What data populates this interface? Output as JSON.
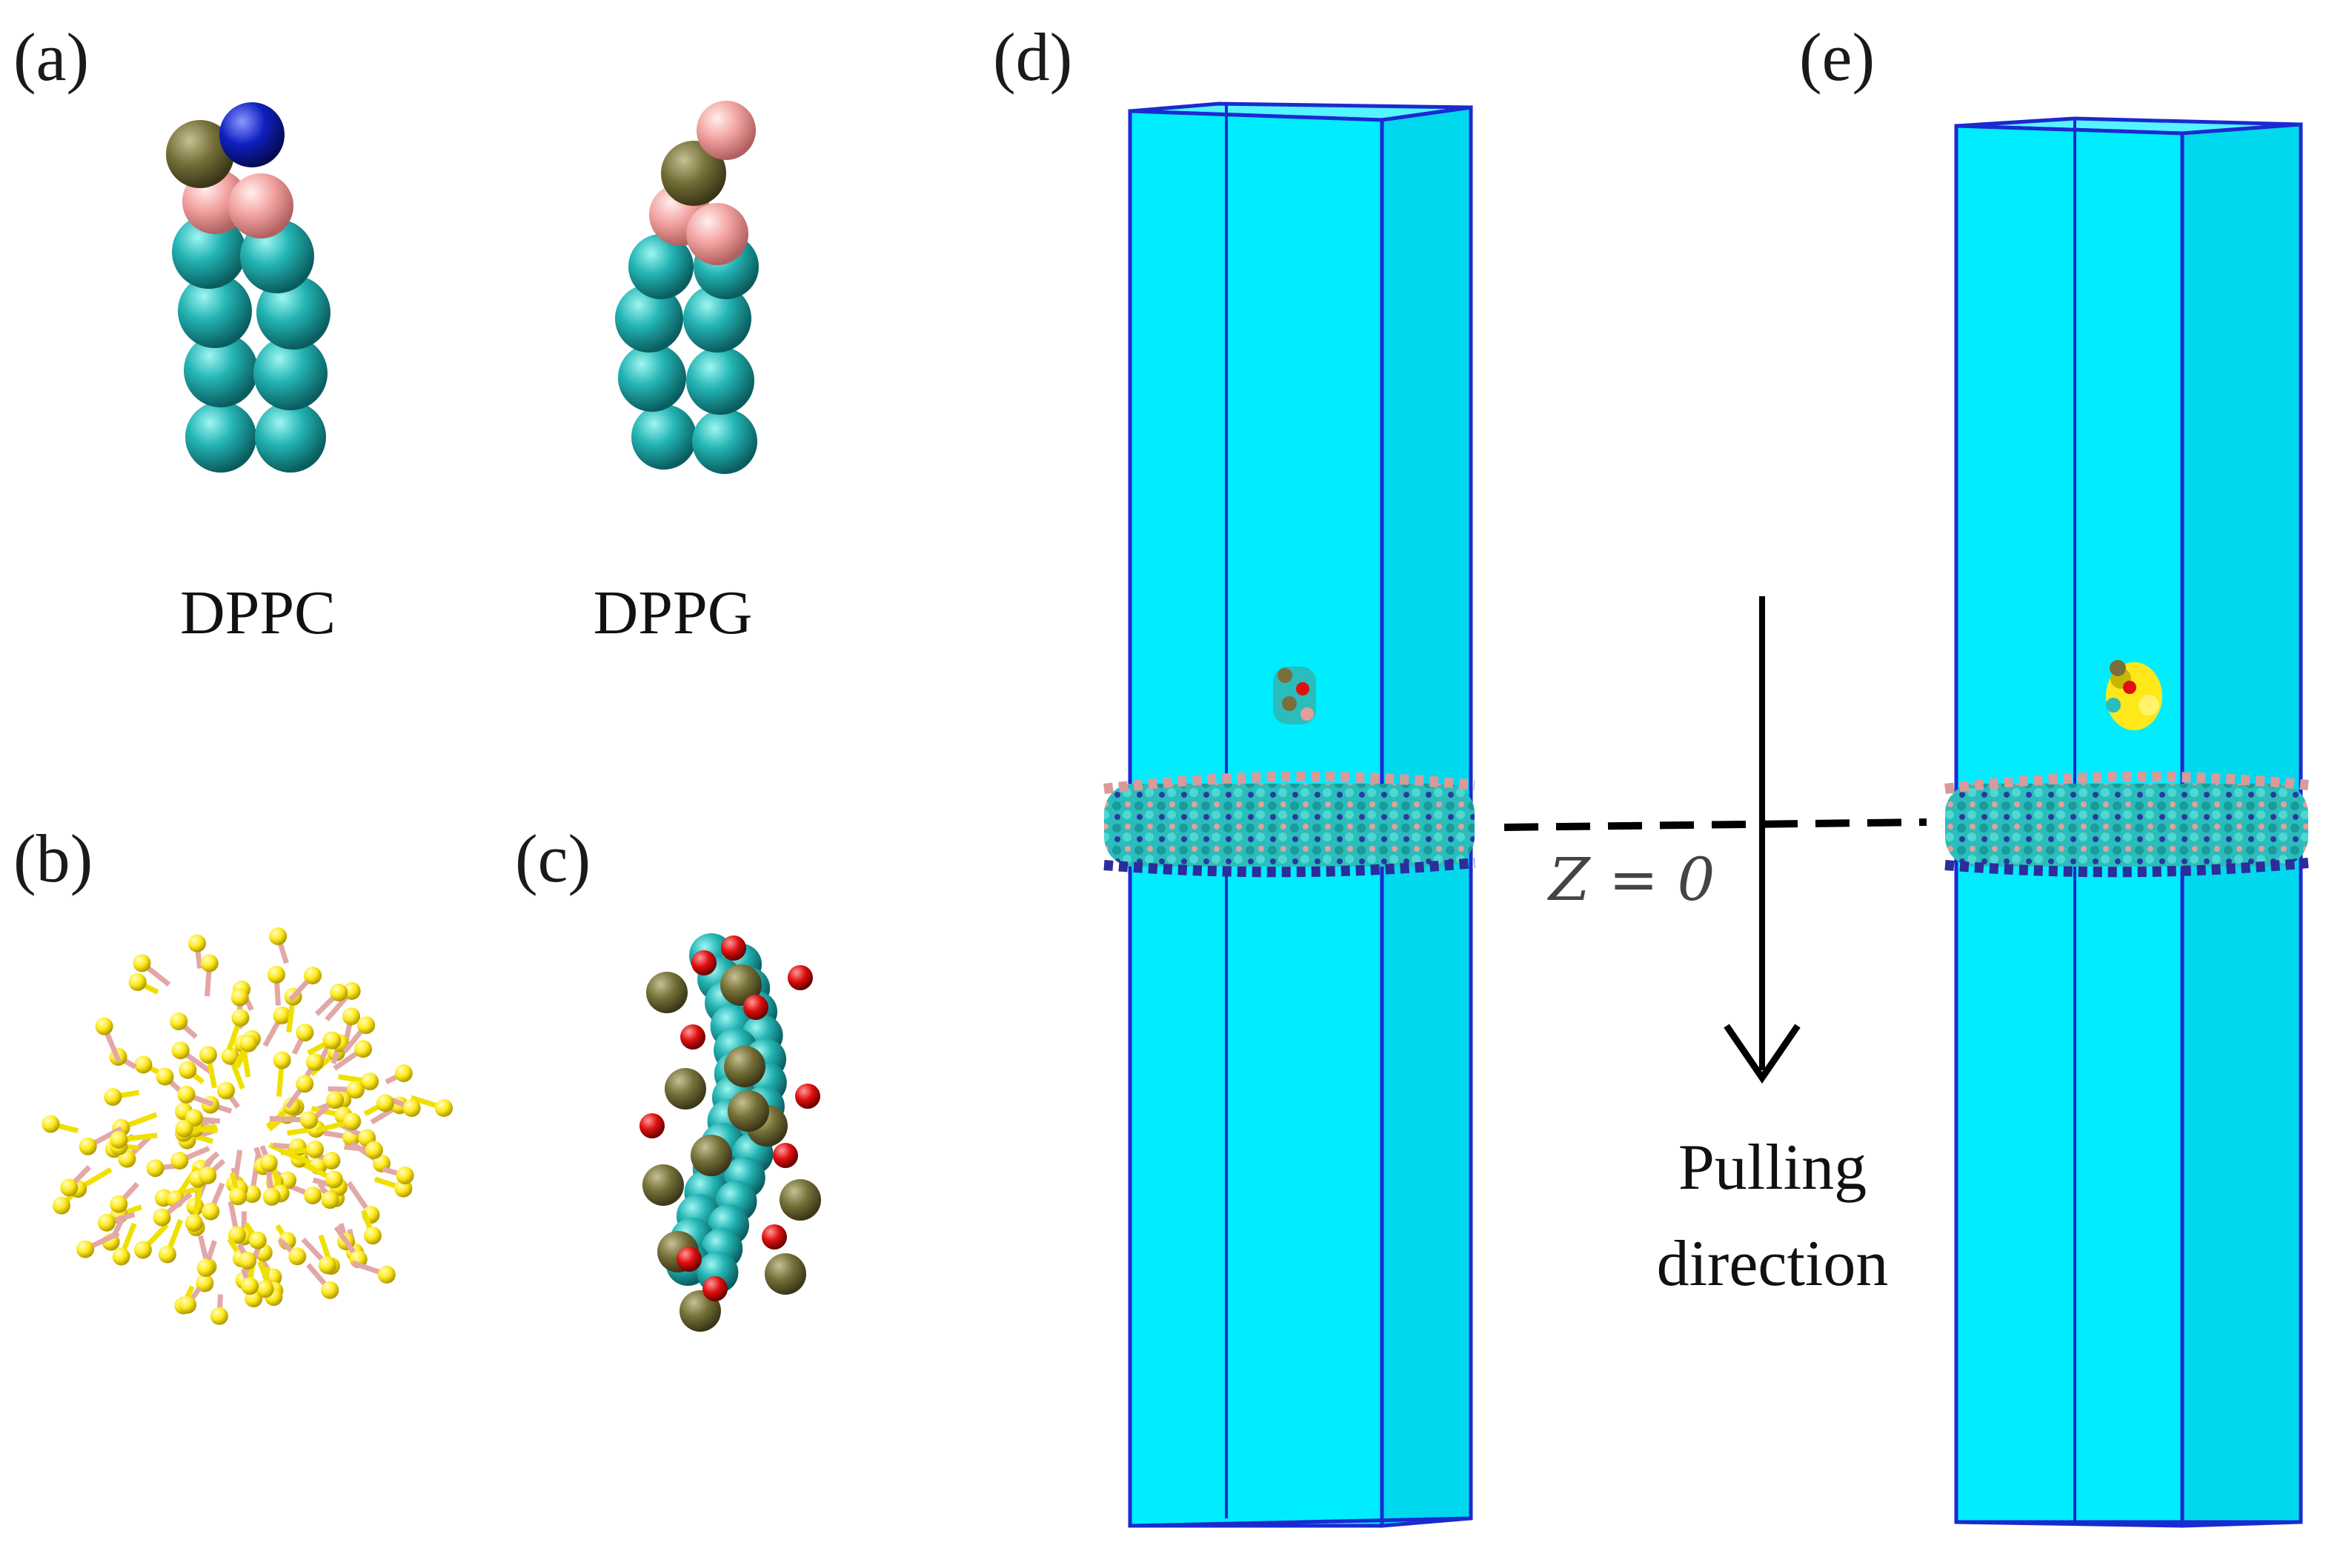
{
  "panels": {
    "a": {
      "label": "(a)",
      "molecules": [
        {
          "name": "DPPC"
        },
        {
          "name": "DPPG"
        }
      ]
    },
    "b": {
      "label": "(b)"
    },
    "c": {
      "label": "(c)"
    },
    "d": {
      "label": "(d)"
    },
    "e": {
      "label": "(e)"
    }
  },
  "annotations": {
    "z_line": "Z = 0",
    "pulling_line1": "Pulling",
    "pulling_line2": "direction"
  },
  "colors": {
    "tail_bead": "#20b2b2",
    "glycerol_bead": "#f4a0a0",
    "phosphate_bead": "#7a6f3a",
    "choline_bead": "#0a1aa8",
    "oxygen_bead": "#e01010",
    "dendrimer_end": "#ffee22",
    "dendrimer_core": "#e8a8a8",
    "water_box": "#00f0ff",
    "box_edge": "#1a2ad0"
  }
}
